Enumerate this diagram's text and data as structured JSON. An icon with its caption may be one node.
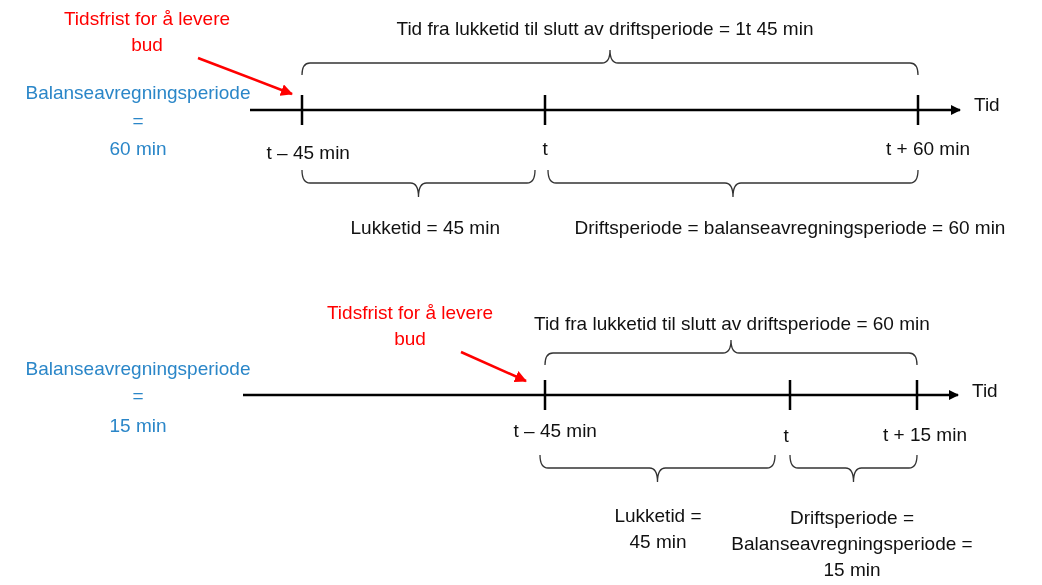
{
  "diagram": {
    "nodes": [
      {
        "text": [
          "Tidsfrist for å levere bud"
        ]
      },
      {
        "text": [
          "Tidsfrist for å levere bud"
        ]
      }
    ],
    "edges": [
      {
        "from": 0,
        "to": null,
        "arrow": "to"
      },
      {
        "from": 1,
        "to": null,
        "arrow": "to"
      }
    ],
    "labels": [
      "Tid fra lukketid til slutt av driftsperiode = 1t 45 min",
      "Balanseavregningsperiode",
      "Tid",
      "=",
      "60 min",
      "t – 45 min",
      "t",
      "t + 60 min",
      "Lukketid = 45 min",
      "Driftsperiode = balanseavregningsperiode = 60 min",
      "Tid fra lukketid til slutt av driftsperiode = 60 min",
      "Balanseavregningsperiode",
      "Tid",
      "=",
      "15 min",
      "t – 45 min",
      "t",
      "t + 15 min",
      "Lukketid = 45 min",
      "Driftsperiode = Balanseavregningsperiode = 15 min"
    ]
  }
}
